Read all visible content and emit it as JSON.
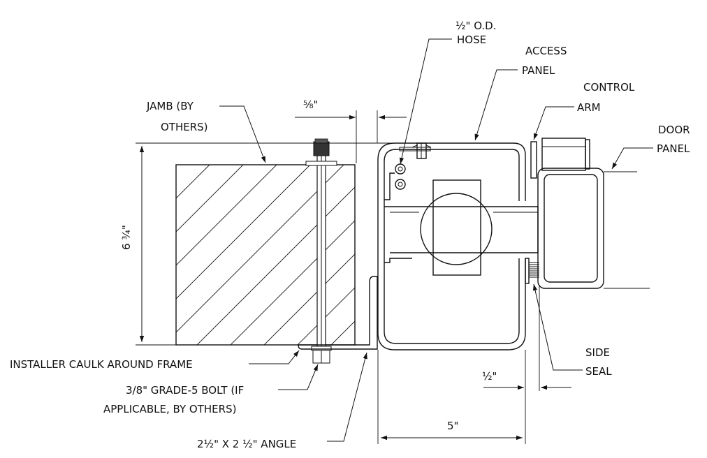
{
  "labels": {
    "hose_line1": "½\" O.D.",
    "hose_line2": "HOSE",
    "access_line1": "ACCESS",
    "access_line2": "PANEL",
    "control_line1": "CONTROL",
    "control_line2": "ARM",
    "door_line1": "DOOR",
    "door_line2": "PANEL",
    "jamb_line1": "JAMB (BY",
    "jamb_line2": "OTHERS)",
    "caulk": "INSTALLER CAULK AROUND FRAME",
    "bolt_line1": "3/8\" GRADE-5 BOLT (IF",
    "bolt_line2": "APPLICABLE, BY OTHERS)",
    "angle": "2½\" X 2 ½\" ANGLE",
    "side_line1": "SIDE",
    "side_line2": "SEAL"
  },
  "dimensions": {
    "five_eighths": "⅝\"",
    "six_three_quarters": "6 ¾\"",
    "half": "½\"",
    "five": "5\""
  }
}
